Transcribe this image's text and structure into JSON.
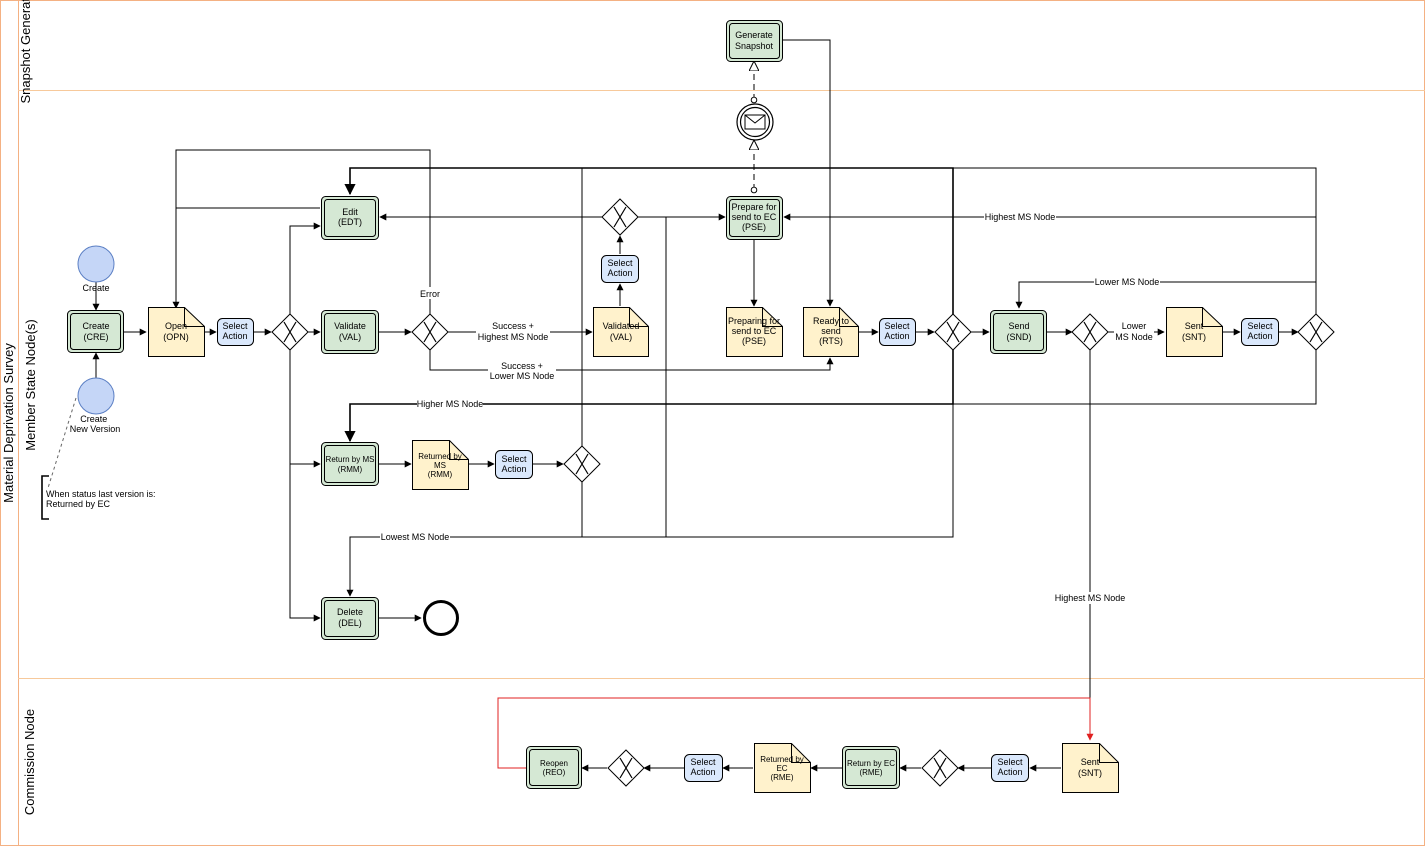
{
  "pool": {
    "title": "Material Deprivation Survey"
  },
  "lanes": {
    "snapshot": "Snapshot Generator",
    "ms": "Member State Node(s)",
    "commission": "Commission Node"
  },
  "colors": {
    "task_fill": "#d5e8d4",
    "doc_fill": "#fff2cc",
    "action_fill": "#dae8fc",
    "event_fill": "#c5d6f7",
    "frame": "#f4b183",
    "lane_border": "#f7c99b",
    "red_edge": "#e02020"
  },
  "tasks": {
    "generate": [
      "Generate",
      "Snapshot"
    ],
    "create": [
      "Create",
      "(CRE)"
    ],
    "edit": [
      "Edit",
      "(EDT)"
    ],
    "validate": [
      "Validate",
      "(VAL)"
    ],
    "pse": [
      "Prepare for",
      "send to EC",
      "(PSE)"
    ],
    "send": [
      "Send",
      "(SND)"
    ],
    "rmm": [
      "Return by MS",
      "(RMM)"
    ],
    "delete": [
      "Delete",
      "(DEL)"
    ],
    "reo": [
      "Reopen",
      "(REO)"
    ],
    "rme": [
      "Return by  EC",
      "(RME)"
    ]
  },
  "docs": {
    "opn": [
      "Open",
      "(OPN)"
    ],
    "val": [
      "Validated",
      "(VAL)"
    ],
    "pse": [
      "Preparing for",
      "send to EC",
      "(PSE)"
    ],
    "rts": [
      "Ready to",
      "send",
      "(RTS)"
    ],
    "snt": [
      "Sent",
      "(SNT)"
    ],
    "rmm": [
      "Returned by",
      "MS",
      "(RMM)"
    ],
    "rme": [
      "Returned by",
      "EC",
      "(RME)"
    ],
    "snt_ec": [
      "Sent",
      "(SNT)"
    ]
  },
  "actions": {
    "label": [
      "Select",
      "Action"
    ]
  },
  "events": {
    "create": "Create",
    "new_version": [
      "Create",
      "New Version"
    ]
  },
  "annotation": [
    "When status last version is:",
    "Returned by EC"
  ],
  "edge_labels": {
    "error": "Error",
    "success_highest": [
      "Success +",
      "Highest MS Node"
    ],
    "success_lower": [
      "Success +",
      "Lower MS Node"
    ],
    "highest_ms": "Highest MS Node",
    "lower_ms_top": "Lower MS Node",
    "lower_ms_mid": [
      "Lower",
      "MS Node"
    ],
    "higher_ms": "Higher MS Node",
    "lowest_ms": "Lowest MS Node",
    "highest_ms_down": "Highest MS Node"
  }
}
